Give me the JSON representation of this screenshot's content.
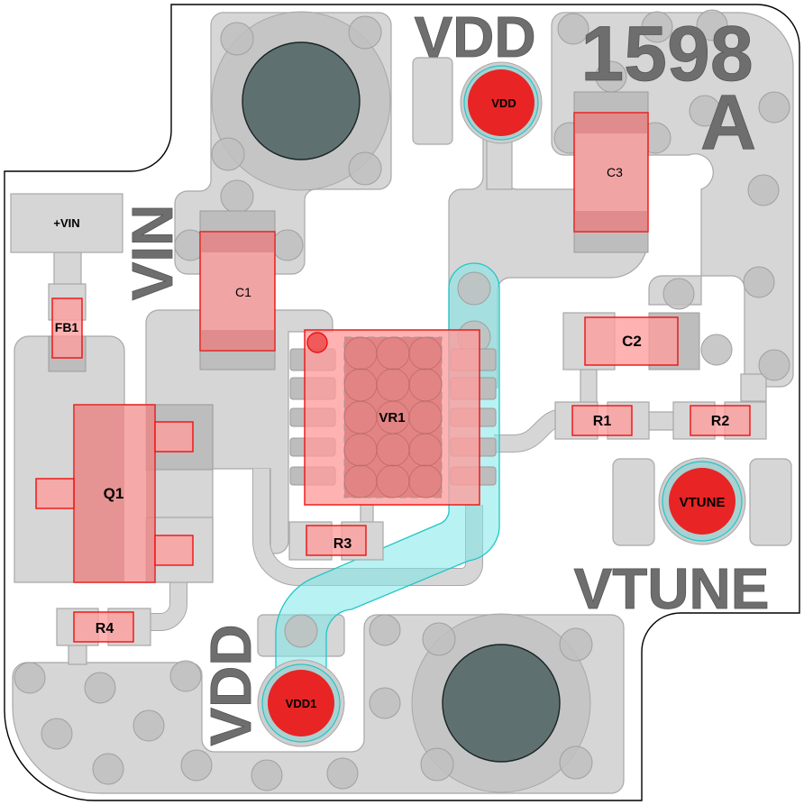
{
  "board": {
    "part_number": "1598",
    "revision": "A",
    "colors": {
      "copper": "#d6d6d6",
      "pad": "#bdbdbd",
      "component": "#ff9c9c",
      "component_outline": "#ee1111",
      "net_highlight": "#7fe8e8",
      "connector_center": "#5f7070",
      "silkscreen": "#6e6e6e"
    }
  },
  "silkscreen": {
    "vin": "VIN",
    "vdd_top": "VDD",
    "vdd_bottom": "VDD",
    "vtune": "VTUNE"
  },
  "test_points": {
    "vdd": "VDD",
    "vdd1": "VDD1",
    "vtune": "VTUNE"
  },
  "components": {
    "vin_pad": "+VIN",
    "fb1": "FB1",
    "c1": "C1",
    "c2": "C2",
    "c3": "C3",
    "q1": "Q1",
    "vr1": "VR1",
    "r1": "R1",
    "r2": "R2",
    "r3": "R3",
    "r4": "R4"
  }
}
